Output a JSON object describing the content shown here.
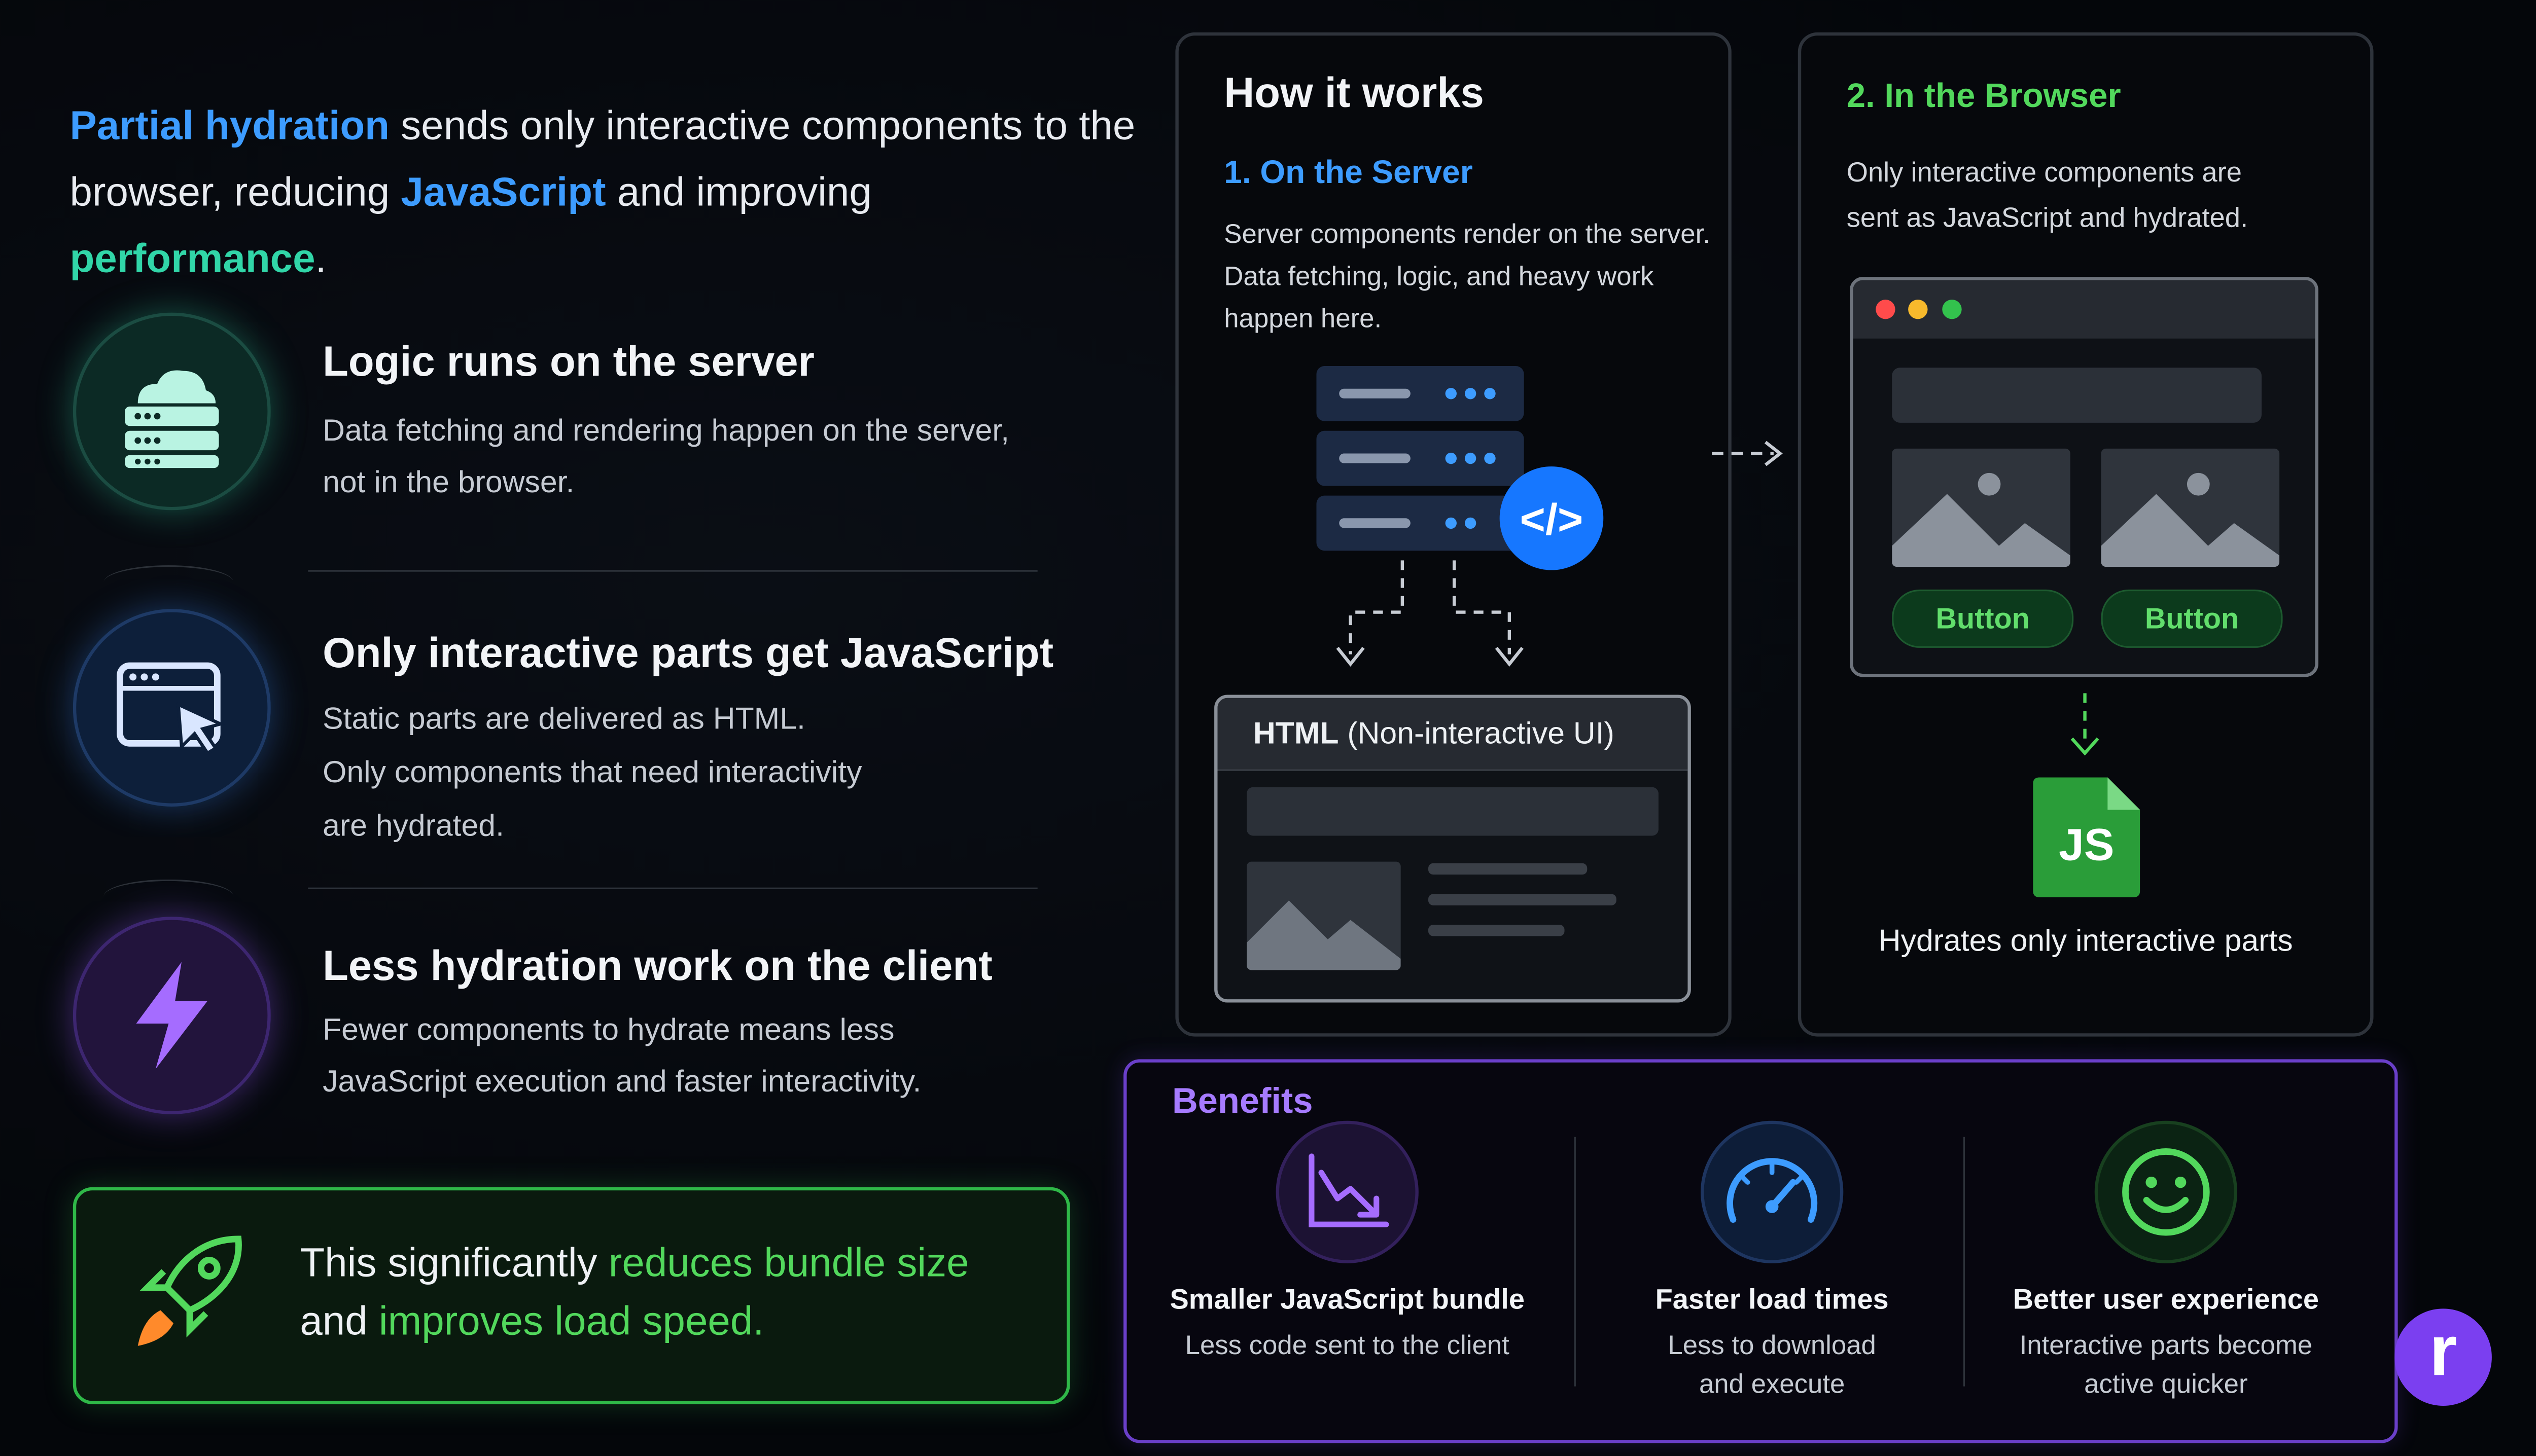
{
  "intro": {
    "hl1": "Partial hydration",
    "t1": " sends only interactive components to the browser, reducing ",
    "hl2": "JavaScript",
    "t2": " and improving ",
    "hl3": "performance",
    "t3": "."
  },
  "features": [
    {
      "title": "Logic runs on the server",
      "desc_line1": "Data fetching and rendering happen on the server,",
      "desc_line2": "not in the browser."
    },
    {
      "title": "Only interactive parts get JavaScript",
      "desc_line1": "Static parts are delivered as HTML.",
      "desc_line2": "Only components that need interactivity",
      "desc_line3": "are hydrated."
    },
    {
      "title": "Less hydration work on the client",
      "desc_line1": "Fewer components to hydrate means less",
      "desc_line2": "JavaScript execution and faster interactivity."
    }
  ],
  "cta": {
    "t1": "This significantly ",
    "hl1": "reduces bundle size",
    "t2": "and ",
    "hl2": "improves load speed."
  },
  "how": {
    "title": "How it works",
    "server_heading": "1. On the Server",
    "server_desc1": "Server components render on the server.",
    "server_desc2": "Data fetching, logic, and heavy work",
    "server_desc3": "happen here.",
    "html_label_bold": "HTML",
    "html_label_rest": " (Non-interactive UI)"
  },
  "browser": {
    "heading": "2. In the Browser",
    "desc1": "Only interactive components are",
    "desc2": "sent as JavaScript and hydrated.",
    "button1": "Button",
    "button2": "Button",
    "js_badge": "JS",
    "caption": "Hydrates only interactive parts"
  },
  "benefits": {
    "title": "Benefits",
    "items": [
      {
        "head": "Smaller JavaScript bundle",
        "sub1": "Less code sent to the client",
        "sub2": "",
        "icon": "chart-down-icon"
      },
      {
        "head": "Faster load times",
        "sub1": "Less to download",
        "sub2": "and execute",
        "icon": "speedometer-icon"
      },
      {
        "head": "Better user experience",
        "sub1": "Interactive parts become",
        "sub2": "active quicker",
        "icon": "smiley-icon"
      }
    ]
  },
  "logo": {
    "letter": "r"
  },
  "colors": {
    "blue": "#3d9cff",
    "teal": "#31d6a8",
    "green": "#52d85c",
    "purple": "#a67bff"
  }
}
